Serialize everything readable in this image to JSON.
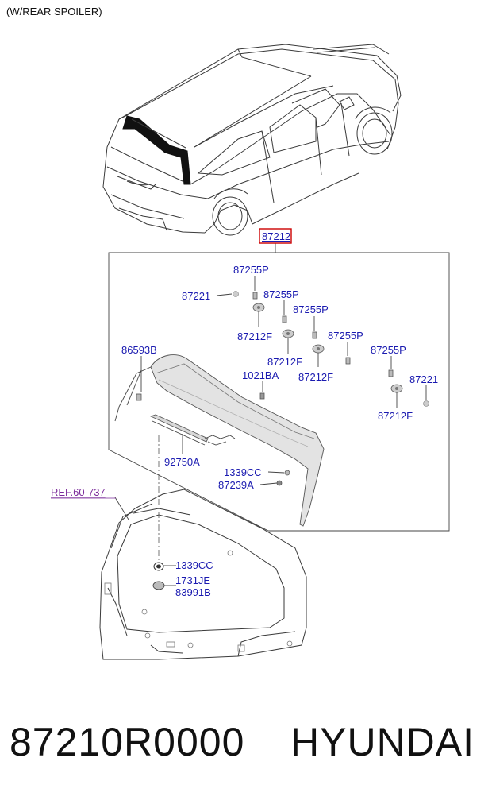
{
  "header": {
    "variant": "(W/REAR SPOILER)"
  },
  "assembly_label": "87212",
  "ref_link": "REF.60-737",
  "labels": {
    "p87255p_1": "87255P",
    "p87221_1": "87221",
    "p87255p_2": "87255P",
    "p87255p_3": "87255P",
    "p87212f_1": "87212F",
    "p87255p_4": "87255P",
    "p87255p_5": "87255P",
    "p86593b": "86593B",
    "p87212f_2": "87212F",
    "p87212f_3": "87212F",
    "p1021ba": "1021BA",
    "p87221_2": "87221",
    "p87212f_4": "87212F",
    "p92750a": "92750A",
    "p1339cc_1": "1339CC",
    "p87239a": "87239A",
    "p1339cc_2": "1339CC",
    "p1731je": "1731JE",
    "p83991b": "83991B"
  },
  "footer": {
    "part_number": "87210R0000",
    "brand": "HYUNDAI"
  },
  "colors": {
    "label": "#1a1ab0",
    "ref": "#7a2a9a",
    "highlight_box": "#cc0000"
  }
}
